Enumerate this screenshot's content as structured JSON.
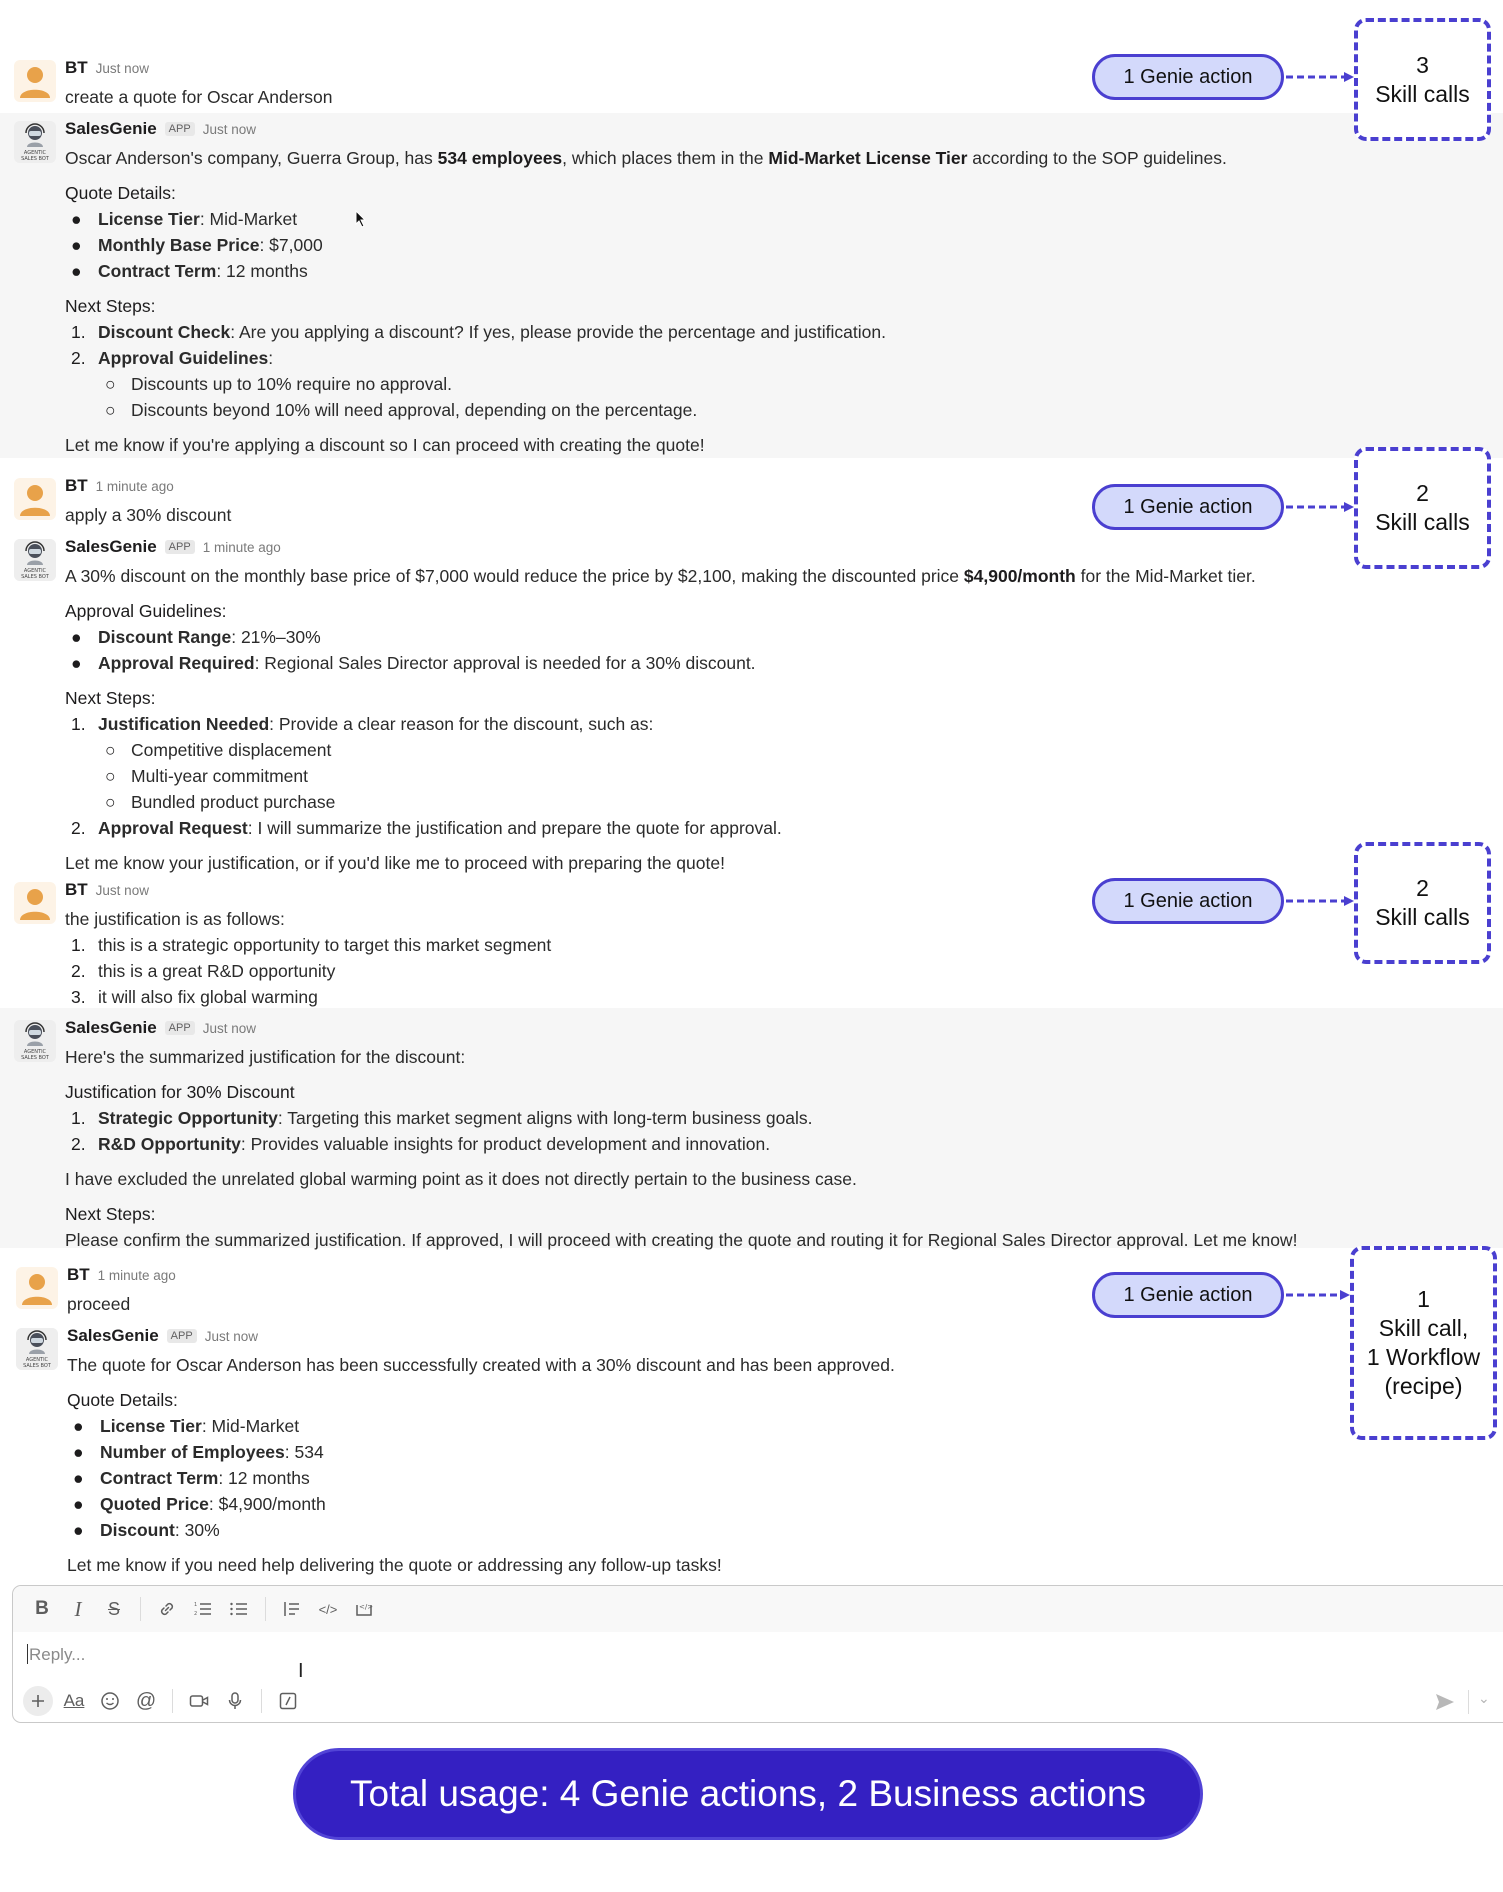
{
  "messages": [
    {
      "sender": "BT",
      "time": "Just now",
      "text": "create a quote for Oscar Anderson"
    },
    {
      "sender": "SalesGenie",
      "badge": "APP",
      "time": "Just now",
      "intro": {
        "p1": "Oscar Anderson's company, Guerra Group, has ",
        "b1": "534 employees",
        "p2": ", which places them in the ",
        "b2": "Mid-Market License Tier",
        "p3": " according to the SOP guidelines."
      },
      "quote_heading": "Quote Details:",
      "quote_items": [
        {
          "label": "License Tier",
          "value": ": Mid-Market"
        },
        {
          "label": "Monthly Base Price",
          "value": ": $7,000"
        },
        {
          "label": "Contract Term",
          "value": ": 12 months"
        }
      ],
      "next_heading": "Next Steps:",
      "next_items": [
        {
          "num": "1.",
          "label": "Discount Check",
          "value": ": Are you applying a discount? If yes, please provide the percentage and justification."
        },
        {
          "num": "2.",
          "label": "Approval Guidelines",
          "value": ":"
        }
      ],
      "approval_sub": [
        "Discounts up to 10% require no approval.",
        "Discounts beyond 10% will need approval, depending on the percentage."
      ],
      "closing": "Let me know if you're applying a discount so I can proceed with creating the quote!"
    },
    {
      "sender": "BT",
      "time": "1 minute ago",
      "text": "apply a 30% discount"
    },
    {
      "sender": "SalesGenie",
      "badge": "APP",
      "time": "1 minute ago",
      "intro": {
        "p1": "A 30% discount on the monthly base price of $7,000 would reduce the price by $2,100, making the discounted price ",
        "b1": "$4,900/month",
        "p2": " for the Mid-Market tier."
      },
      "approval_heading": "Approval Guidelines:",
      "approval_items": [
        {
          "label": "Discount Range",
          "value": ": 21%–30%"
        },
        {
          "label": "Approval Required",
          "value": ": Regional Sales Director approval is needed for a 30% discount."
        }
      ],
      "next_heading": "Next Steps:",
      "next_items": [
        {
          "num": "1.",
          "label": "Justification Needed",
          "value": ": Provide a clear reason for the discount, such as:"
        },
        {
          "num": "2.",
          "label": "Approval Request",
          "value": ": I will summarize the justification and prepare the quote for approval."
        }
      ],
      "justification_sub": [
        "Competitive displacement",
        "Multi-year commitment",
        "Bundled product purchase"
      ],
      "closing": "Let me know your justification, or if you'd like me to proceed with preparing the quote!"
    },
    {
      "sender": "BT",
      "time": "Just now",
      "text": "the justification is as follows:",
      "items": [
        {
          "num": "1.",
          "text": "this is a strategic opportunity to target this market segment"
        },
        {
          "num": "2.",
          "text": "this is a great R&D opportunity"
        },
        {
          "num": "3.",
          "text": "it will also fix global warming"
        }
      ]
    },
    {
      "sender": "SalesGenie",
      "badge": "APP",
      "time": "Just now",
      "text": "Here's the summarized justification for the discount:",
      "just_heading": "Justification for 30% Discount",
      "just_items": [
        {
          "num": "1.",
          "label": "Strategic Opportunity",
          "value": ": Targeting this market segment aligns with long-term business goals."
        },
        {
          "num": "2.",
          "label": "R&D Opportunity",
          "value": ": Provides valuable insights for product development and innovation."
        }
      ],
      "excluded": "I have excluded the unrelated global warming point as it does not directly pertain to the business case.",
      "next_heading": "Next Steps:",
      "next_text": "Please confirm the summarized justification. If approved, I will proceed with creating the quote and routing it for Regional Sales Director approval. Let me know!"
    },
    {
      "sender": "BT",
      "time": "1 minute ago",
      "text": "proceed"
    },
    {
      "sender": "SalesGenie",
      "badge": "APP",
      "time": "Just now",
      "text": "The quote for Oscar Anderson has been successfully created with a 30% discount and has been approved.",
      "quote_heading": "Quote Details:",
      "quote_items": [
        {
          "label": "License Tier",
          "value": ": Mid-Market"
        },
        {
          "label": "Number of Employees",
          "value": ": 534"
        },
        {
          "label": "Contract Term",
          "value": ": 12 months"
        },
        {
          "label": "Quoted Price",
          "value": ": $4,900/month"
        },
        {
          "label": "Discount",
          "value": ": 30%"
        }
      ],
      "closing": "Let me know if you need help delivering the quote or addressing any follow-up tasks!"
    }
  ],
  "annotations": [
    {
      "pill": "1 Genie action",
      "box_line1": "3",
      "box_line2": "Skill calls"
    },
    {
      "pill": "1 Genie action",
      "box_line1": "2",
      "box_line2": "Skill calls"
    },
    {
      "pill": "1 Genie action",
      "box_line1": "2",
      "box_line2": "Skill calls"
    },
    {
      "pill": "1 Genie action",
      "box_line1": "1",
      "box_line2": "Skill call,",
      "box_line3": "1 Workflow",
      "box_line4": "(recipe)"
    }
  ],
  "composer": {
    "placeholder": "Reply...",
    "toolbar_icons": [
      "bold-icon",
      "italic-icon",
      "strikethrough-icon",
      "link-icon",
      "ordered-list-icon",
      "bulleted-list-icon",
      "blockquote-icon",
      "code-icon",
      "code-block-icon"
    ],
    "toolbar_glyphs": {
      "bold": "B",
      "italic": "I",
      "strike": "S",
      "code": "</>",
      "format": "Aa",
      "at": "@"
    },
    "bottom_icons": [
      "plus-icon",
      "formatting-icon",
      "emoji-icon",
      "mention-icon",
      "video-icon",
      "microphone-icon",
      "shortcuts-icon"
    ]
  },
  "summary": {
    "total_usage": "Total usage: 4 Genie actions, 2 Business actions"
  },
  "colors": {
    "accent": "#4a3fd0",
    "pill_fill": "#d3d9fb",
    "banner": "#3420c2",
    "user_avatar": "#e8a24a",
    "grey_row": "#f6f6f6"
  }
}
